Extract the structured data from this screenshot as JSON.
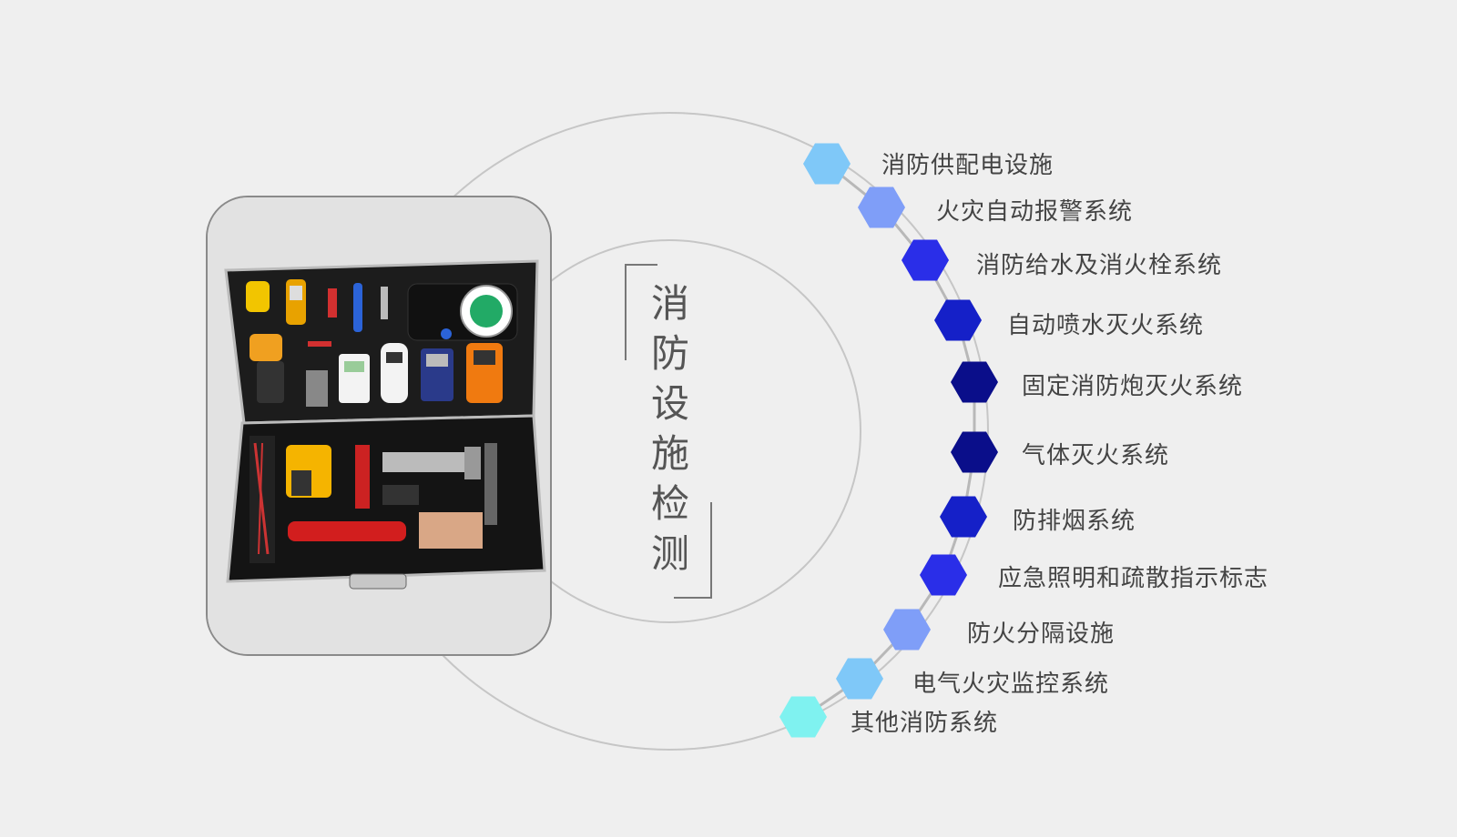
{
  "title": "消防设施检测",
  "title_chars": [
    "消",
    "防",
    "设",
    "施",
    "检",
    "测"
  ],
  "items": [
    {
      "label": "消防供配电设施",
      "color": "#7fc8f8"
    },
    {
      "label": "火灾自动报警系统",
      "color": "#7f9ef8"
    },
    {
      "label": "消防给水及消火栓系统",
      "color": "#2a2ee8"
    },
    {
      "label": "自动喷水灭火系统",
      "color": "#1520c8"
    },
    {
      "label": "固定消防炮灭火系统",
      "color": "#0a0e8a"
    },
    {
      "label": "气体灭火系统",
      "color": "#0a0e8a"
    },
    {
      "label": "防排烟系统",
      "color": "#1520c8"
    },
    {
      "label": "应急照明和疏散指示标志",
      "color": "#2a2ee8"
    },
    {
      "label": "防火分隔设施",
      "color": "#7f9ef8"
    },
    {
      "label": "电气火灾监控系统",
      "color": "#7fc8f8"
    },
    {
      "label": "其他消防系统",
      "color": "#7ff2f0"
    }
  ]
}
